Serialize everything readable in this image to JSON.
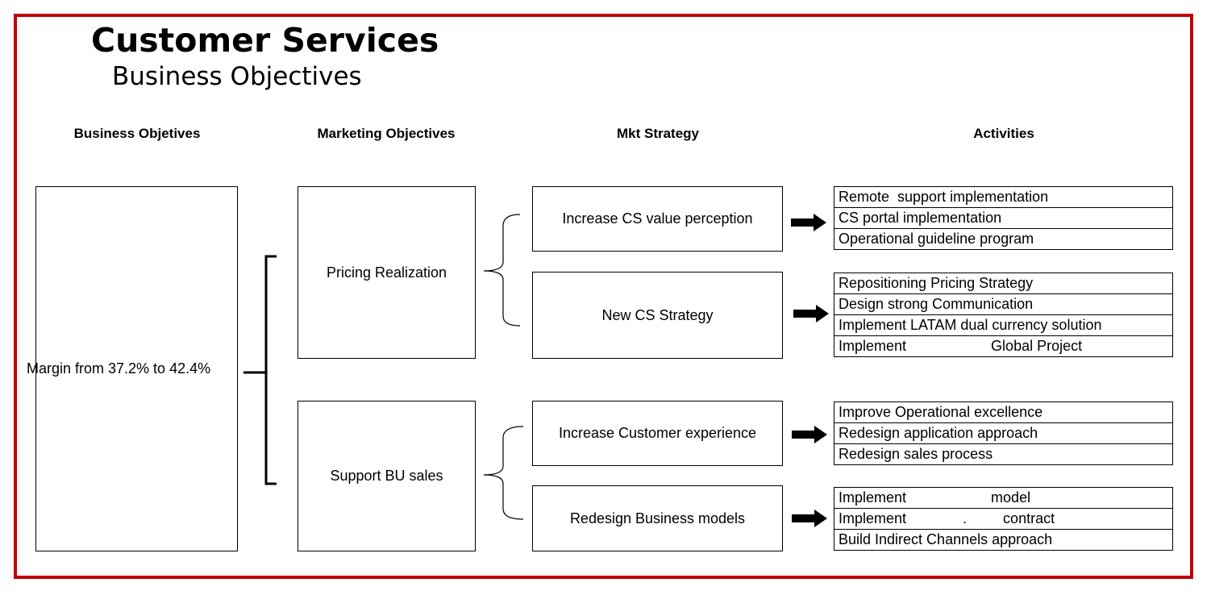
{
  "header": {
    "title": "Customer Services",
    "subtitle": "Business Objectives"
  },
  "columns": {
    "business": "Business Objetives",
    "marketing": "Marketing Objectives",
    "strategy": "Mkt Strategy",
    "activities": "Activities"
  },
  "business_objective": "Margin from 37.2% to  42.4%",
  "marketing_objectives": [
    "Pricing Realization",
    "Support BU sales"
  ],
  "strategies": [
    "Increase CS value perception",
    "New CS Strategy",
    "Increase Customer experience",
    "Redesign Business models"
  ],
  "activities": [
    [
      "Remote  support implementation",
      "CS portal implementation",
      "Operational guideline program"
    ],
    [
      "Repositioning Pricing Strategy",
      "Design strong Communication",
      "Implement LATAM dual currency solution",
      "Implement                     Global Project"
    ],
    [
      "Improve Operational excellence",
      "Redesign application approach",
      "Redesign sales process"
    ],
    [
      "Implement                     model",
      "Implement              .         contract",
      "Build Indirect Channels approach"
    ]
  ],
  "colors": {
    "border": "#c00000",
    "line": "#000000"
  }
}
